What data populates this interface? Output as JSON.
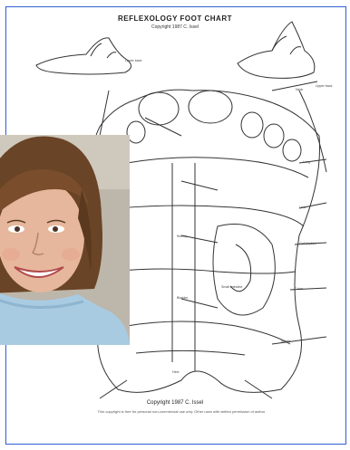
{
  "chart": {
    "title": "REFLEXOLOGY FOOT CHART",
    "subtitle": "Copyright 1987 C. Issel",
    "copyright": "Copyright 1987 C. Issel",
    "note": "This copyright is free for personal non-commercial use only. Other uses with written permission of author"
  },
  "colors": {
    "frame_border": "#2f5fd0",
    "line_art": "#333333",
    "background": "#ffffff"
  },
  "photo": {
    "subject": "smiling woman with shoulder-length brown hair and a light blue turtleneck",
    "icon": "portrait-photo"
  }
}
